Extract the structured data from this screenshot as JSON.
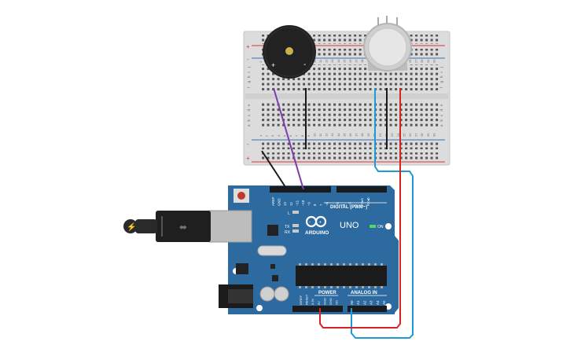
{
  "colors": {
    "background": "#ffffff",
    "board": "#2d6aa0",
    "board_dark": "#1f4f7a",
    "breadboard": "#dcdcdc",
    "rail_red": "#d33",
    "rail_blue": "#3a6fb5",
    "wire_purple": "#7b3fa8",
    "wire_black": "#1a1a1a",
    "wire_red": "#d42424",
    "wire_blue": "#1e9ad6",
    "buzzer": "#222222",
    "sensor": "#d8d8d8"
  },
  "breadboard": {
    "row_letters_top": [
      "j",
      "i",
      "h",
      "g",
      "f"
    ],
    "row_letters_bottom": [
      "e",
      "d",
      "c",
      "b",
      "a"
    ],
    "column_numbers": [
      "1",
      "2",
      "3",
      "4",
      "5",
      "6",
      "7",
      "8",
      "9",
      "10",
      "11",
      "12",
      "13",
      "14",
      "15",
      "16",
      "17",
      "18",
      "19",
      "20",
      "21",
      "22",
      "23",
      "24",
      "25",
      "26",
      "27",
      "28",
      "29",
      "30"
    ],
    "rail_plus": "+",
    "rail_minus": "-"
  },
  "buzzer": {
    "plus_label": "+",
    "minus_label": "-"
  },
  "arduino": {
    "brand": "ARDUINO",
    "model": "UNO",
    "on_label": "ON",
    "led_l": "L",
    "led_tx": "TX",
    "led_rx": "RX",
    "digital_header": "DIGITAL (PWM~)",
    "power_header": "POWER",
    "analog_header": "ANALOG IN",
    "top_pins": [
      "AREF",
      "GND",
      "13",
      "12",
      "~11",
      "~10",
      "~9",
      "8",
      "7",
      "~6",
      "~5",
      "4",
      "~3",
      "2",
      "TX▸1",
      "RX◂0"
    ],
    "power_pins": [
      "IOREF",
      "RESET",
      "3.3V",
      "5V",
      "GND",
      "GND",
      "Vin"
    ],
    "analog_pins": [
      "A0",
      "A1",
      "A2",
      "A3",
      "A4",
      "A5"
    ]
  }
}
